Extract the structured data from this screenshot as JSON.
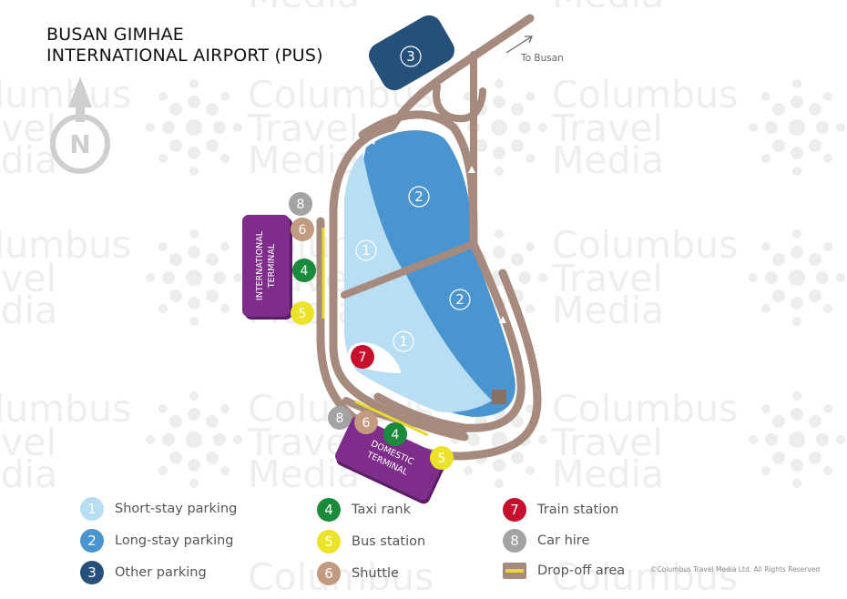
{
  "title": {
    "line1": "BUSAN GIMHAE",
    "line2": "INTERNATIONAL AIRPORT (PUS)"
  },
  "compass": {
    "label": "N",
    "icon": "north-arrow-icon"
  },
  "direction_label": "To Busan",
  "terminals": {
    "international": {
      "line1": "INTERNATIONAL",
      "line2": "TERMINAL"
    },
    "domestic": {
      "line1": "DOMESTIC",
      "line2": "TERMINAL"
    }
  },
  "map_badges": {
    "int_car_hire": "8",
    "int_shuttle": "6",
    "int_taxi": "4",
    "int_bus": "5",
    "dom_car_hire": "8",
    "dom_shuttle": "6",
    "dom_taxi": "4",
    "dom_bus": "5",
    "train": "7",
    "lot_other": "3",
    "lot_long_upper": "2",
    "lot_long_lower": "2",
    "lot_short_upper": "1",
    "lot_short_lower": "1"
  },
  "legend": [
    {
      "num": "1",
      "label": "Short-stay parking",
      "color": "#b7def3",
      "text_color": "#ffffff"
    },
    {
      "num": "2",
      "label": "Long-stay parking",
      "color": "#4a95cf",
      "text_color": "#ffffff"
    },
    {
      "num": "3",
      "label": "Other parking",
      "color": "#24507a",
      "text_color": "#ffffff"
    },
    {
      "num": "4",
      "label": "Taxi rank",
      "color": "#1a8a3b",
      "text_color": "#ffffff"
    },
    {
      "num": "5",
      "label": "Bus station",
      "color": "#ece22a",
      "text_color": "#ffffff"
    },
    {
      "num": "6",
      "label": "Shuttle",
      "color": "#c19a80",
      "text_color": "#ffffff"
    },
    {
      "num": "7",
      "label": "Train station",
      "color": "#c8102e",
      "text_color": "#ffffff"
    },
    {
      "num": "8",
      "label": "Car hire",
      "color": "#a3a3a3",
      "text_color": "#ffffff"
    }
  ],
  "legend_dropoff": {
    "label": "Drop-off area"
  },
  "copyright": "©Columbus Travel Media Ltd. All Rights Reserved",
  "watermark": {
    "line1": "Columbus",
    "line2": "Travel",
    "line3": "Media"
  },
  "colors": {
    "road": "#a68a7d",
    "short_stay": "#b7def3",
    "long_stay": "#4a95cf",
    "other_parking": "#24507a",
    "terminal": "#7e2e8a",
    "dropoff": "#e8d92a",
    "watermark": "#ececec"
  }
}
